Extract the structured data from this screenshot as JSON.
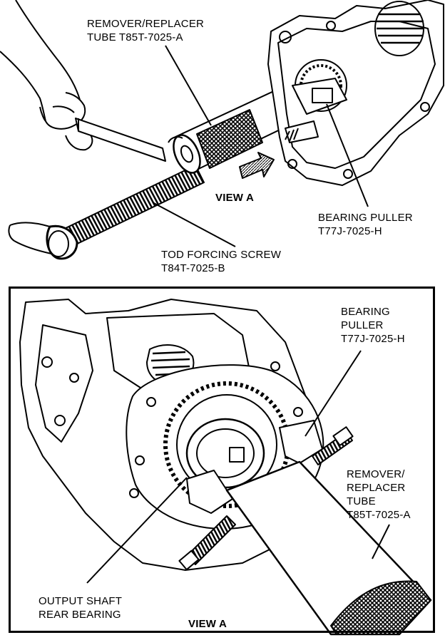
{
  "top": {
    "tube_line1": "REMOVER/REPLACER",
    "tube_line2": "TUBE T85T-7025-A",
    "view": "VIEW A",
    "puller_line1": "BEARING PULLER",
    "puller_line2": "T77J-7025-H",
    "screw_line1": "TOD FORCING SCREW",
    "screw_line2": "T84T-7025-B"
  },
  "detail": {
    "puller_line1": "BEARING",
    "puller_line2": "PULLER",
    "puller_line3": "T77J-7025-H",
    "tube_line1": "REMOVER/",
    "tube_line2": "REPLACER",
    "tube_line3": "TUBE",
    "tube_line4": "T85T-7025-A",
    "bearing_line1": "OUTPUT SHAFT",
    "bearing_line2": "REAR BEARING",
    "view": "VIEW A"
  }
}
